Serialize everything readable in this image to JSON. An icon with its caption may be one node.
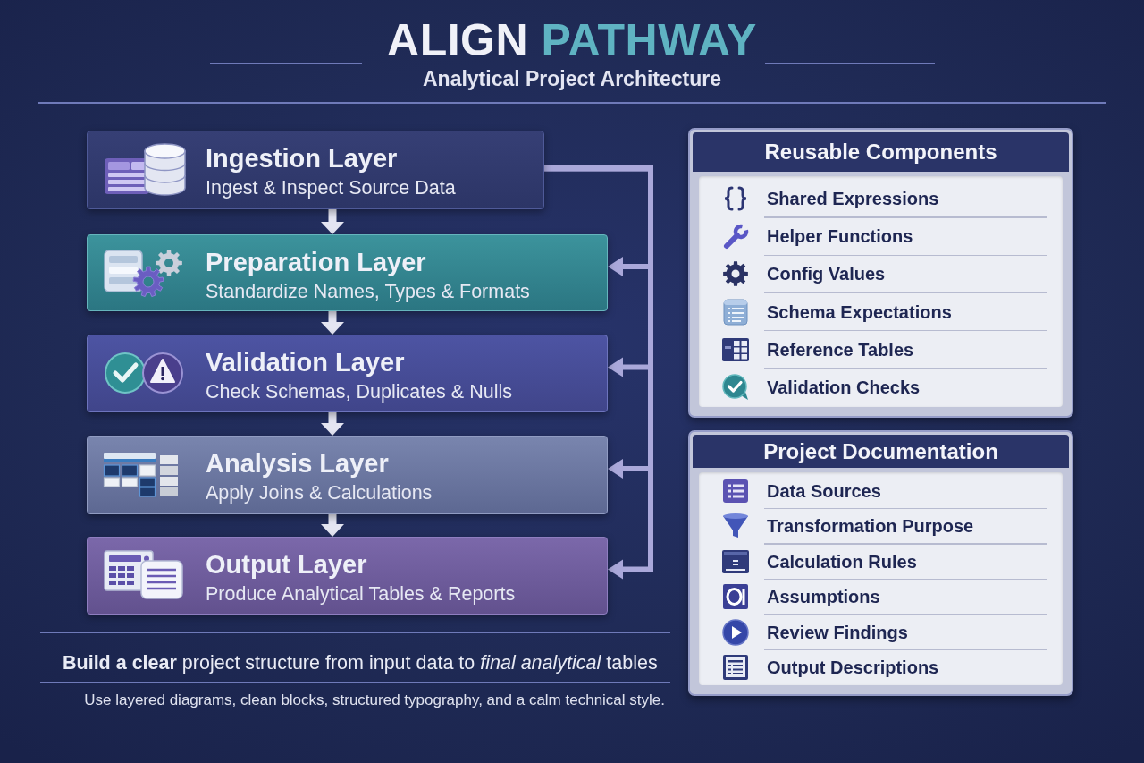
{
  "diagram": {
    "title": "ALIGN PATHWAY",
    "nodes": [
      {
        "text": [
          "Ingestion Layer",
          "Ingest & Inspect Source Data"
        ]
      },
      {
        "text": [
          "Preparation Layer",
          "Standardize Names, Types & Formats"
        ]
      },
      {
        "text": [
          "Validation Layer",
          "Check Schemas, Duplicates & Nulls"
        ]
      },
      {
        "text": [
          "Analysis Layer",
          "Apply Joins & Calculations"
        ]
      },
      {
        "text": [
          "Output Layer",
          "Produce Analytical Tables & Reports"
        ]
      },
      {
        "text": [
          "Reusable Components",
          "Shared Expressions",
          "Helper Functions",
          "Config Values",
          "Schema Expectations",
          "Reference Tables",
          "Validation Checks"
        ]
      },
      {
        "text": [
          "Project Documentation",
          "Data Sources",
          "Transformation Purpose",
          "Calculation Rules",
          "Assumptions",
          "Review Findings",
          "Output Descriptions"
        ]
      }
    ],
    "edges": [
      {
        "from": 0,
        "to": 1,
        "arrow": "to"
      },
      {
        "from": 1,
        "to": 2,
        "arrow": "to"
      },
      {
        "from": 2,
        "to": 3,
        "arrow": "to"
      },
      {
        "from": 3,
        "to": 4,
        "arrow": "to"
      },
      {
        "from": 0,
        "to": 1,
        "arrow": "to",
        "color": "#aaa8da"
      },
      {
        "from": 0,
        "to": 2,
        "arrow": "to",
        "color": "#aaa8da"
      },
      {
        "from": 0,
        "to": 3,
        "arrow": "to",
        "color": "#aaa8da"
      },
      {
        "from": 0,
        "to": 4,
        "arrow": "to",
        "color": "#aaa8da"
      }
    ],
    "labels": [
      "Analytical Project Architecture",
      "**Build a clear** project structure from input data to *final analytical* tables",
      "Use layered diagrams, clean blocks, structured typography, and a calm technical style."
    ]
  }
}
